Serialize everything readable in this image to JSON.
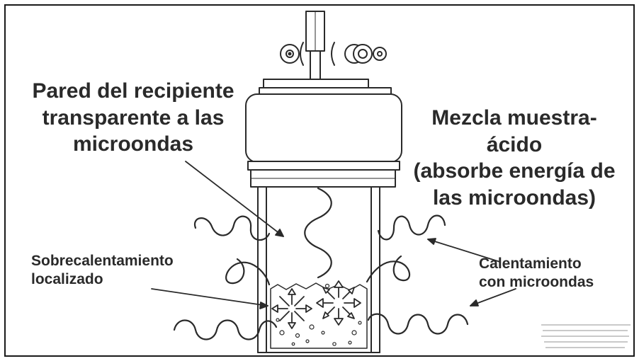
{
  "labels": {
    "vessel_wall": [
      "Pared del recipiente",
      "transparente a las",
      "microondas"
    ],
    "sample_mixture": [
      "Mezcla muestra-",
      "ácido",
      "(absorbe energía de",
      "las microondas)"
    ],
    "superheating": [
      "Sobrecalentamiento",
      "localizado"
    ],
    "heating": [
      "Calentamiento",
      "con microondas"
    ]
  },
  "colors": {
    "ink": "#2a2a2a",
    "border": "#1a1a1a",
    "background": "#ffffff"
  }
}
